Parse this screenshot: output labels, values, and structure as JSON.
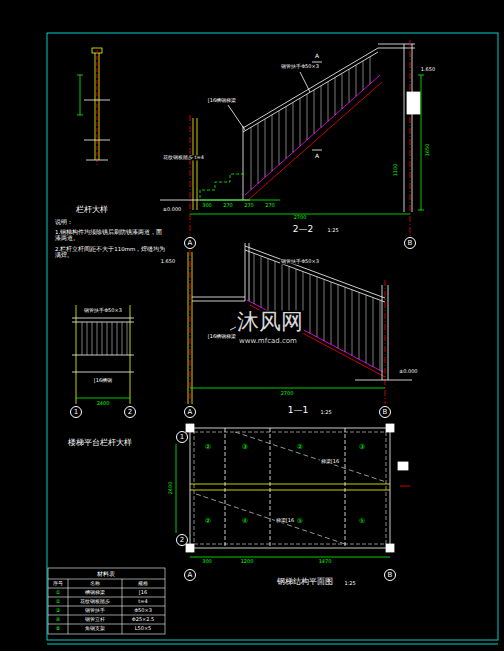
{
  "diagram": {
    "nodes": [
      {
        "text": [
          "A"
        ]
      },
      {
        "text": [
          "B"
        ]
      },
      {
        "text": [
          "A"
        ]
      },
      {
        "text": [
          "B"
        ]
      },
      {
        "text": [
          "1"
        ]
      },
      {
        "text": [
          "2"
        ]
      },
      {
        "text": [
          "1"
        ]
      },
      {
        "text": [
          "2"
        ]
      },
      {
        "text": [
          "A"
        ]
      },
      {
        "text": [
          "B"
        ]
      }
    ],
    "labels": [
      "栏杆大样",
      "说明：",
      "1.钢梯构件均须除锈后刷防锈漆两道，面漆两道。",
      "2.栏杆立杆间距不大于110mm，焊缝均为满焊。",
      "2—2",
      "1:25",
      "2700",
      "300",
      "270",
      "270",
      "270",
      "1650",
      "1100",
      "±0.000",
      "1.650",
      "钢管扶手Φ50×3",
      "[16槽钢梯梁",
      "花纹钢板踏步 t=4",
      "A",
      "A",
      "1—1",
      "1:25",
      "2700",
      "钢管扶手Φ50×3",
      "[16槽钢梯梁",
      "±0.000",
      "1.650",
      "钢管扶手Φ50×3",
      "[16槽钢",
      "2400",
      "楼梯平台栏杆大样",
      "钢梯结构平面图",
      "1:25",
      "梯梁[16",
      "梯梁[16",
      "2400",
      "300",
      "1200",
      "1470",
      "②",
      "③",
      "②",
      "④",
      "②",
      "③",
      "⑤",
      "⑤",
      "材料表",
      "序号",
      "名称",
      "规格",
      "①",
      "槽钢梯梁",
      "[16",
      "②",
      "花纹钢板踏步",
      "t=4",
      "③",
      "钢管扶手",
      "Φ50×3",
      "④",
      "钢管立杆",
      "Φ25×2.5",
      "⑤",
      "角钢支架",
      "L50×5",
      "沐风网",
      "www.mfcad.com"
    ]
  }
}
